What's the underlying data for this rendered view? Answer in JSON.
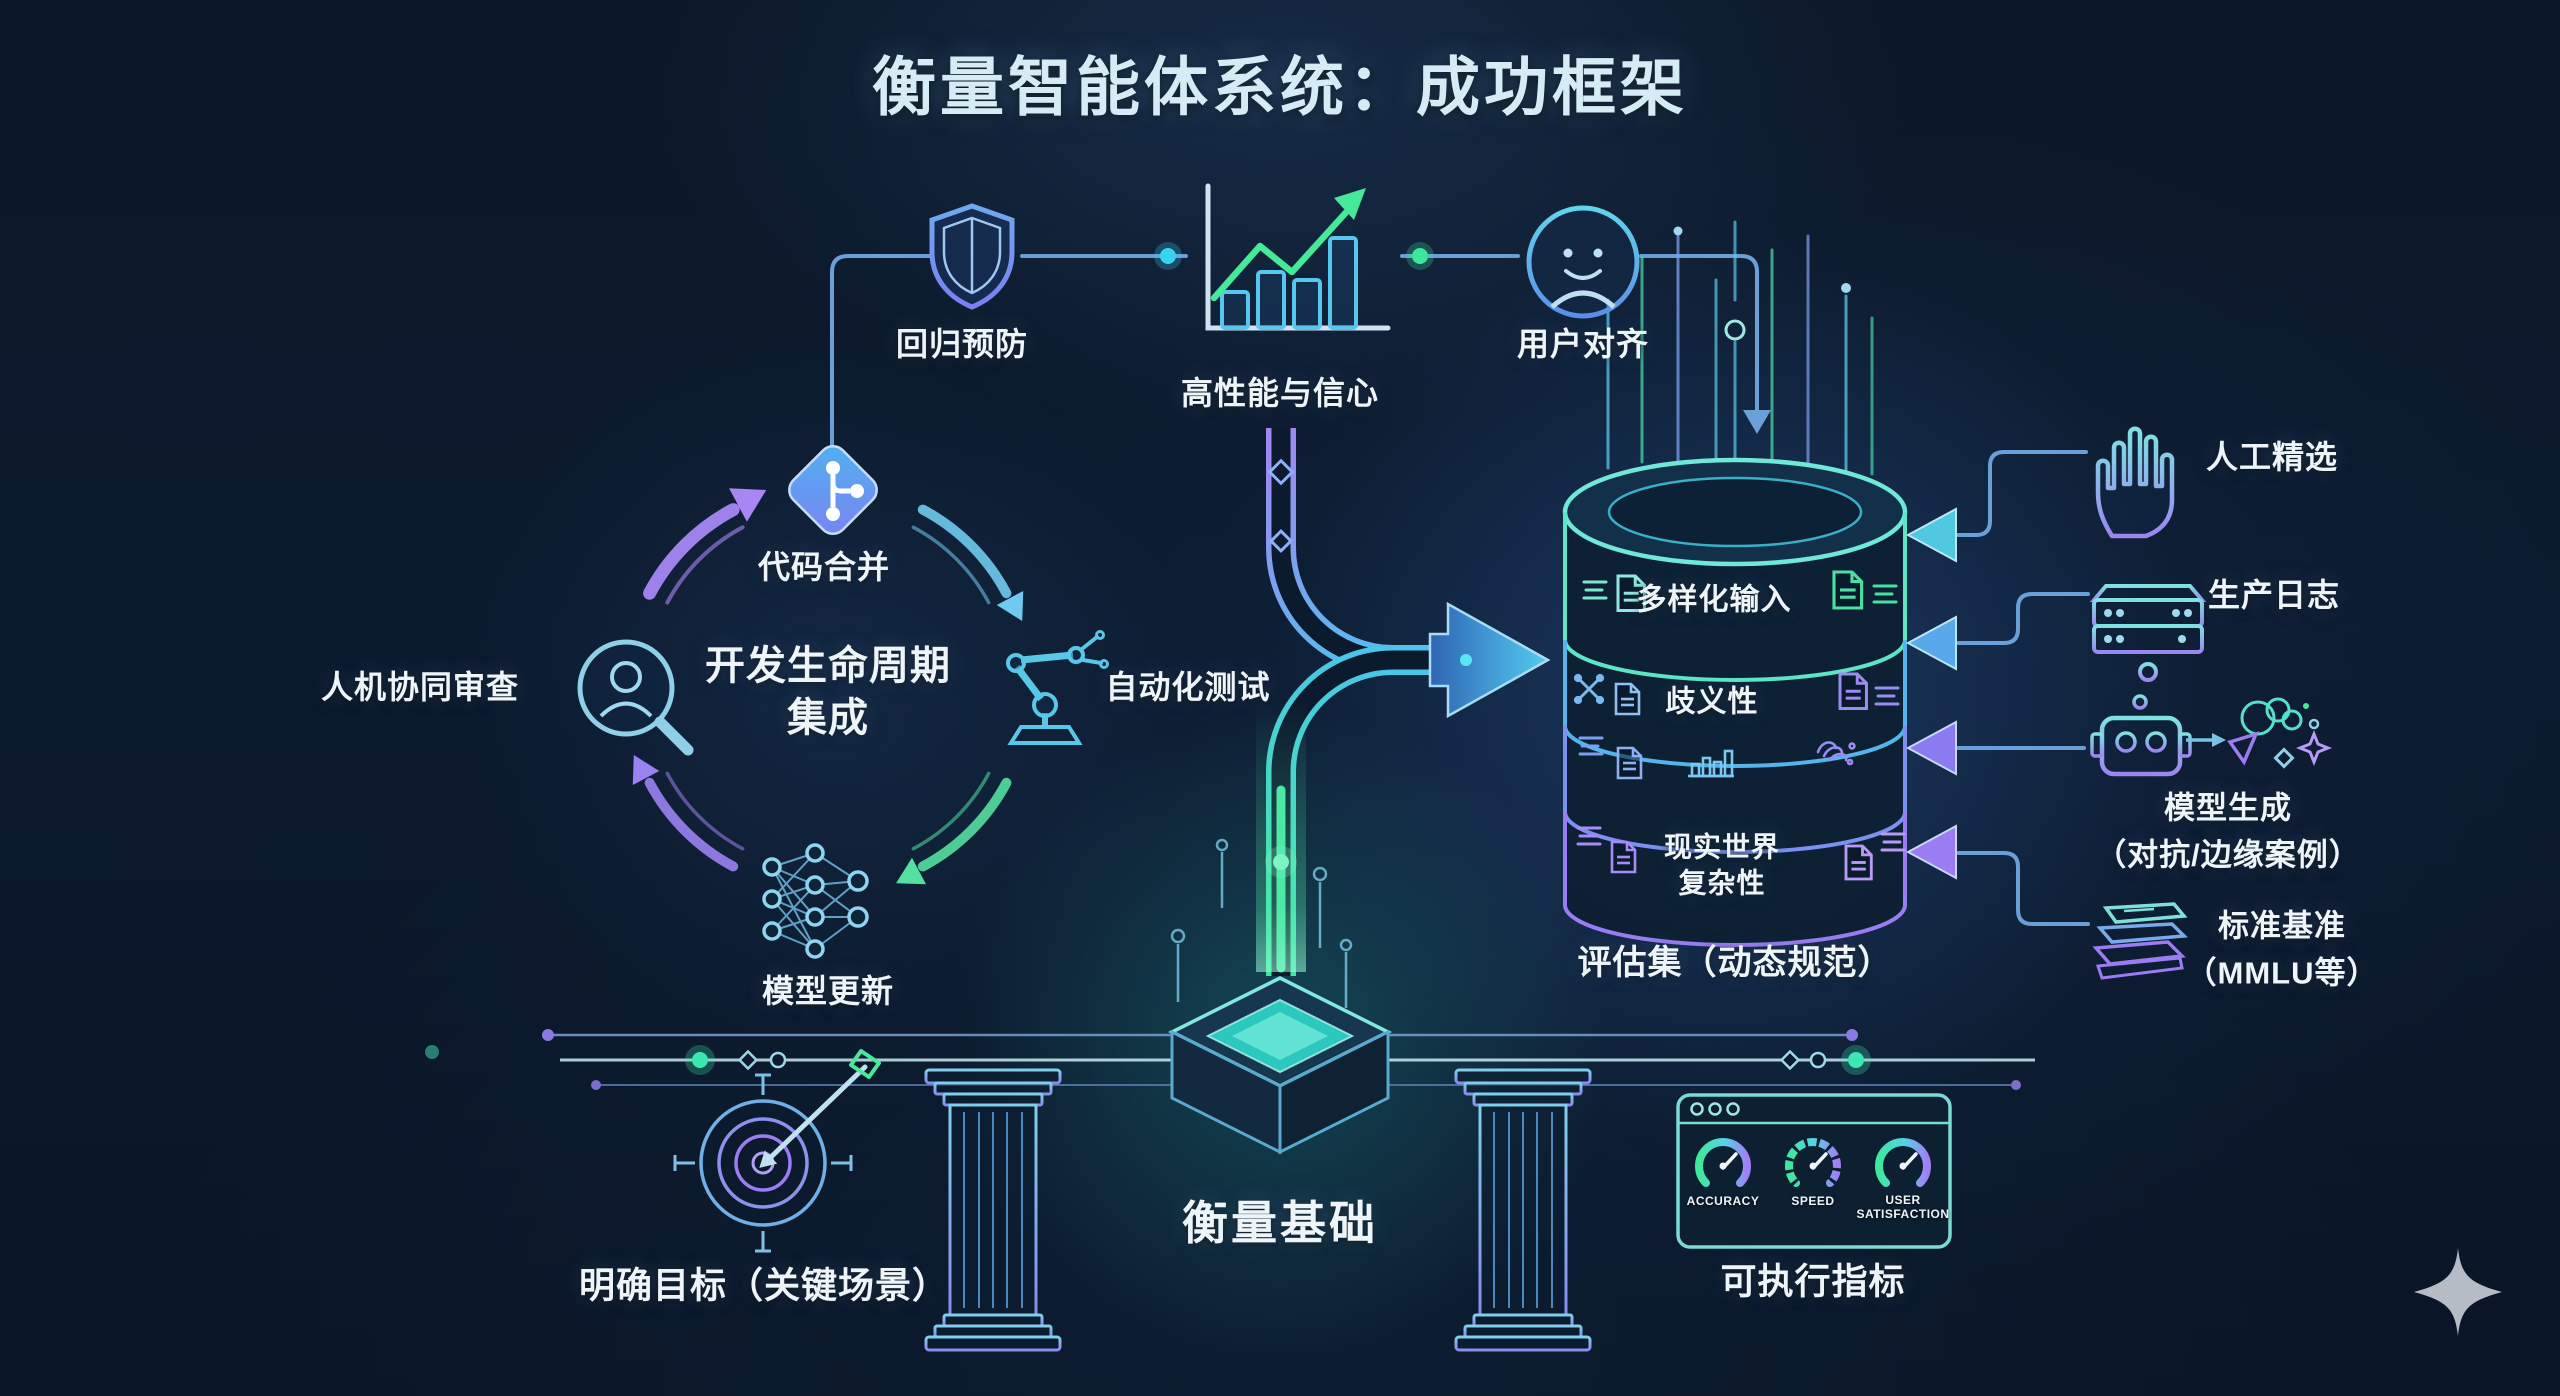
{
  "title": "衡量智能体系统：成功框架",
  "top_flow": {
    "regression": {
      "icon": "shield-icon",
      "label": "回归预防"
    },
    "performance": {
      "icon": "growth-chart-icon",
      "label": "高性能与信心"
    },
    "alignment": {
      "icon": "user-smile-icon",
      "label": "用户对齐"
    }
  },
  "dev_cycle": {
    "center_label": "开发生命周期\n集成",
    "code_merge": {
      "icon": "git-merge-icon",
      "label": "代码合并"
    },
    "automated_testing": {
      "icon": "robot-arm-icon",
      "label": "自动化测试"
    },
    "model_updates": {
      "icon": "neural-network-icon",
      "label": "模型更新"
    },
    "human_review": {
      "icon": "magnifier-person-icon",
      "label": "人机协同审查"
    }
  },
  "eval_set": {
    "caption": "评估集（动态规范）",
    "layer_diverse": "多样化输入",
    "layer_ambiguity": "歧义性",
    "layer_real_world": "现实世界\n复杂性"
  },
  "sources": {
    "human_curated": {
      "icon": "hand-icon",
      "label": "人工精选"
    },
    "production_logs": {
      "icon": "server-icon",
      "label": "生产日志"
    },
    "model_generated": {
      "icon": "robot-burst-icon",
      "label": "模型生成\n（对抗/边缘案例）"
    },
    "benchmarks": {
      "icon": "books-icon",
      "label": "标准基准\n（MMLU等）"
    }
  },
  "foundation": {
    "label": "衡量基础",
    "goals": {
      "icon": "target-arrow-icon",
      "label": "明确目标（关键场景）"
    },
    "metrics": {
      "label": "可执行指标",
      "gauges": [
        "ACCURACY",
        "SPEED",
        "USER\nSATISFACTION"
      ]
    }
  },
  "colors": {
    "background": "#0c1828",
    "cyan": "#5fd8e8",
    "green": "#46e89a",
    "blue": "#4a90e0",
    "purple": "#9b7bf0",
    "text": "#edf5f9"
  }
}
